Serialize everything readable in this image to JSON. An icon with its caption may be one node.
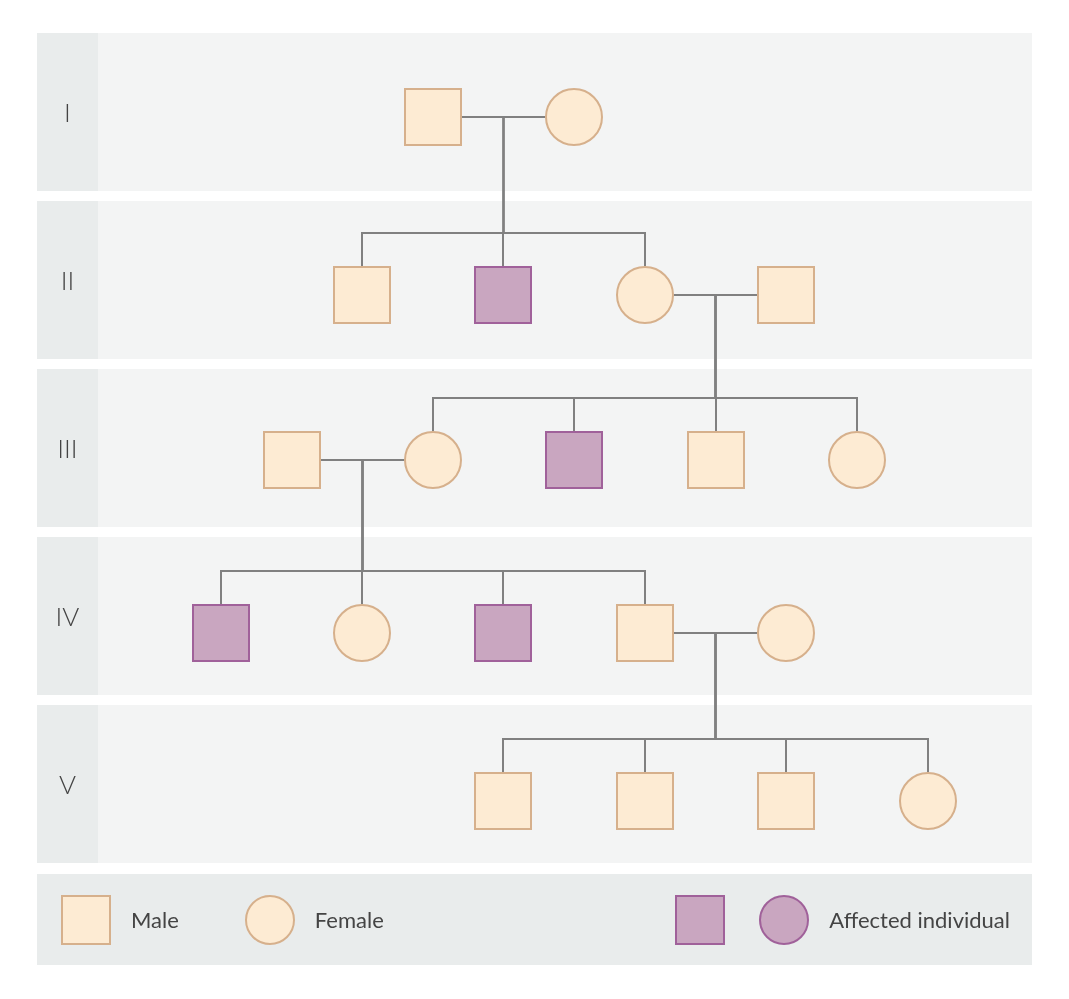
{
  "diagram": {
    "nodes": [
      {
        "text": [
          "I"
        ]
      },
      {
        "text": [],
        "shape": "square",
        "in": 0
      },
      {
        "text": [],
        "shape": "circle",
        "in": 0
      },
      {
        "text": [
          "II"
        ]
      },
      {
        "text": [],
        "shape": "square",
        "in": 3
      },
      {
        "text": [],
        "shape": "block",
        "in": 3
      },
      {
        "text": [],
        "shape": "circle",
        "in": 3
      },
      {
        "text": [],
        "shape": "square",
        "in": 3
      },
      {
        "text": [
          "III"
        ]
      },
      {
        "text": [],
        "shape": "square",
        "in": 8
      },
      {
        "text": [],
        "shape": "circle",
        "in": 8
      },
      {
        "text": [],
        "shape": "block",
        "in": 8
      },
      {
        "text": [],
        "shape": "square",
        "in": 8
      },
      {
        "text": [],
        "shape": "circle",
        "in": 8
      },
      {
        "text": [
          "IV"
        ]
      },
      {
        "text": [],
        "shape": "block",
        "in": 14
      },
      {
        "text": [],
        "shape": "circle",
        "in": 14
      },
      {
        "text": [],
        "shape": "block",
        "in": 14
      },
      {
        "text": [],
        "shape": "square",
        "in": 14
      },
      {
        "text": [],
        "shape": "circle",
        "in": 14
      },
      {
        "text": [
          "V"
        ]
      },
      {
        "text": [],
        "shape": "square",
        "in": 20
      },
      {
        "text": [],
        "shape": "square",
        "in": 20
      },
      {
        "text": [],
        "shape": "square",
        "in": 20
      },
      {
        "text": [],
        "shape": "circle",
        "in": 20
      }
    ],
    "edges": [
      {
        "from": 1,
        "to": 2,
        "arrow": "none"
      },
      {
        "from": 1,
        "to": 4,
        "arrow": "none"
      },
      {
        "from": 2,
        "to": 4,
        "arrow": "none"
      },
      {
        "from": 1,
        "to": 5,
        "arrow": "none"
      },
      {
        "from": 2,
        "to": 5,
        "arrow": "none"
      },
      {
        "from": 1,
        "to": 6,
        "arrow": "none"
      },
      {
        "from": 2,
        "to": 6,
        "arrow": "none"
      },
      {
        "from": 6,
        "to": 7,
        "arrow": "none"
      },
      {
        "from": 6,
        "to": 10,
        "arrow": "none"
      },
      {
        "from": 7,
        "to": 10,
        "arrow": "none"
      },
      {
        "from": 6,
        "to": 11,
        "arrow": "none"
      },
      {
        "from": 7,
        "to": 11,
        "arrow": "none"
      },
      {
        "from": 6,
        "to": 12,
        "arrow": "none"
      },
      {
        "from": 7,
        "to": 12,
        "arrow": "none"
      },
      {
        "from": 6,
        "to": 13,
        "arrow": "none"
      },
      {
        "from": 7,
        "to": 13,
        "arrow": "none"
      },
      {
        "from": 9,
        "to": 10,
        "arrow": "none"
      },
      {
        "from": 9,
        "to": 15,
        "arrow": "none"
      },
      {
        "from": 10,
        "to": 15,
        "arrow": "none"
      },
      {
        "from": 9,
        "to": 16,
        "arrow": "none"
      },
      {
        "from": 10,
        "to": 16,
        "arrow": "none"
      },
      {
        "from": 9,
        "to": 17,
        "arrow": "none"
      },
      {
        "from": 10,
        "to": 17,
        "arrow": "none"
      },
      {
        "from": 9,
        "to": 18,
        "arrow": "none"
      },
      {
        "from": 10,
        "to": 18,
        "arrow": "none"
      },
      {
        "from": 18,
        "to": 19,
        "arrow": "none"
      },
      {
        "from": 18,
        "to": 21,
        "arrow": "none"
      },
      {
        "from": 19,
        "to": 21,
        "arrow": "none"
      },
      {
        "from": 18,
        "to": 22,
        "arrow": "none"
      },
      {
        "from": 19,
        "to": 22,
        "arrow": "none"
      },
      {
        "from": 18,
        "to": 23,
        "arrow": "none"
      },
      {
        "from": 19,
        "to": 23,
        "arrow": "none"
      },
      {
        "from": 18,
        "to": 24,
        "arrow": "none"
      },
      {
        "from": 19,
        "to": 24,
        "arrow": "none"
      }
    ],
    "legend": [
      {
        "text": "Male"
      },
      {
        "text": "Female"
      },
      {
        "text": "Affected individual",
        "color": "#c9a6c0"
      }
    ]
  }
}
